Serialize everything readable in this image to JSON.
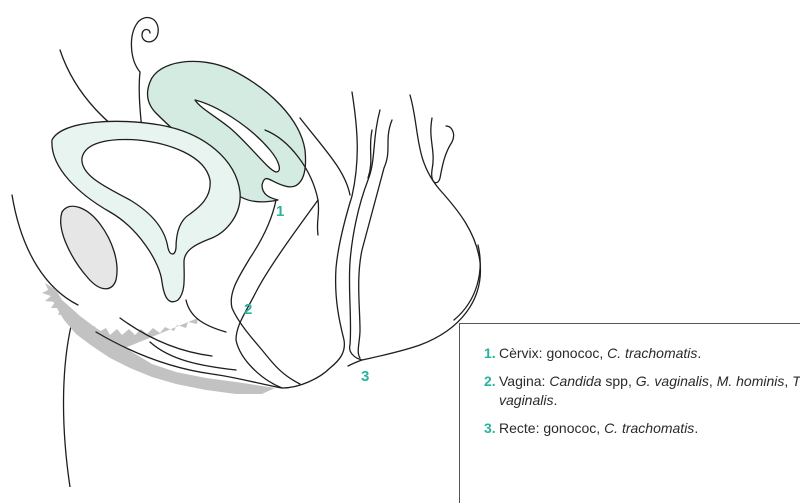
{
  "colors": {
    "accent": "#2bb39a",
    "uterus_fill": "#d3ebe1",
    "bladder_fill": "#e7f4ef",
    "bone_fill": "#e6e6e6",
    "shadow_fill": "#c2c2c2",
    "line": "#1e1e1e"
  },
  "markers": [
    "1",
    "2",
    "3"
  ],
  "legend": [
    {
      "num": "1.",
      "parts": [
        {
          "t": "Cèrvix: gonococ, ",
          "i": false
        },
        {
          "t": "C. trachomatis",
          "i": true
        },
        {
          "t": ".",
          "i": false
        }
      ]
    },
    {
      "num": "2.",
      "parts": [
        {
          "t": "Vagina: ",
          "i": false
        },
        {
          "t": "Candida",
          "i": true
        },
        {
          "t": " spp, ",
          "i": false
        },
        {
          "t": "G. vaginalis",
          "i": true
        },
        {
          "t": ", ",
          "i": false
        },
        {
          "t": "M. hominis",
          "i": true
        },
        {
          "t": ", ",
          "i": false
        },
        {
          "t": "T. vaginalis",
          "i": true
        },
        {
          "t": ".",
          "i": false
        }
      ]
    },
    {
      "num": "3.",
      "parts": [
        {
          "t": "Recte: gonococ, ",
          "i": false
        },
        {
          "t": "C. trachomatis",
          "i": true
        },
        {
          "t": ".",
          "i": false
        }
      ]
    }
  ]
}
